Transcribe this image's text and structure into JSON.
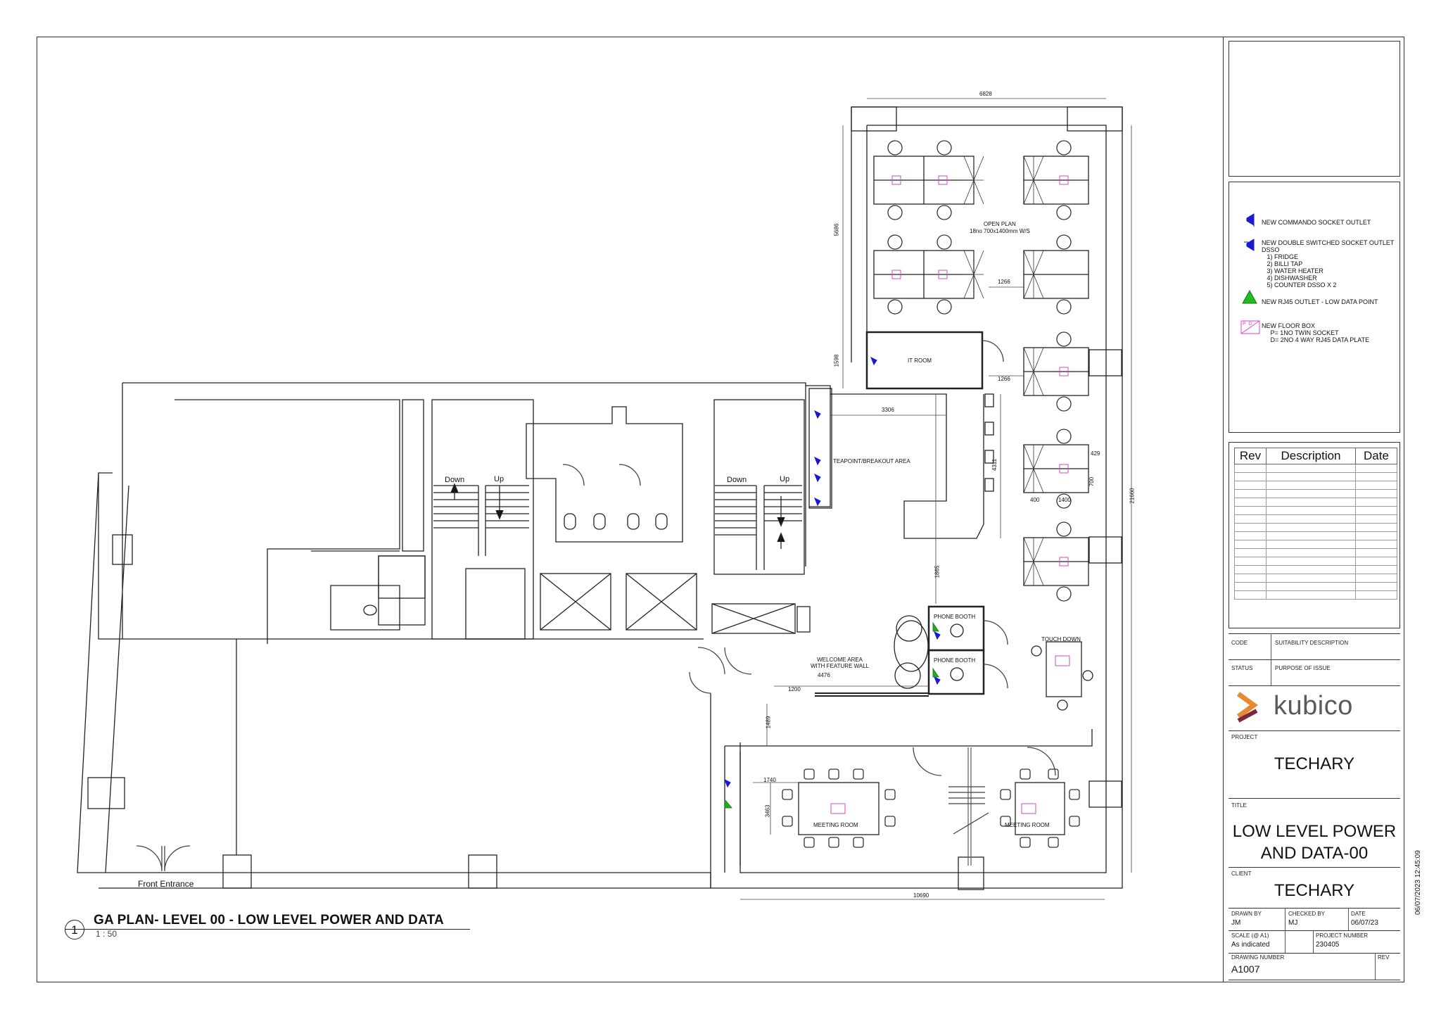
{
  "drawing": {
    "plan_number": "1",
    "plan_title": "GA PLAN- LEVEL 00 - LOW LEVEL POWER AND DATA",
    "plan_scale": "1 : 50",
    "timestamp": "06/07/2023 12:45:09"
  },
  "legend": {
    "commando": "NEW COMMANDO SOCKET OUTLET",
    "dsso": "NEW DOUBLE SWITCHED SOCKET OUTLET\nDSSO\n   1) FRIDGE\n   2) BILLI TAP\n   3) WATER HEATER\n   4) DISHWASHER\n   5) COUNTER DSSO X 2",
    "rj45": "NEW RJ45 OUTLET - LOW DATA POINT",
    "floor_box": "NEW FLOOR BOX\n     P= 1NO TWIN SOCKET\n     D= 2NO 4 WAY RJ45 DATA PLATE",
    "floor_box_symbol": "P  D"
  },
  "rev_table": {
    "headers": [
      "Rev",
      "Description",
      "Date"
    ]
  },
  "title_block": {
    "code_label": "CODE",
    "suitability_label": "SUITABILITY DESCRIPTION",
    "status_label": "STATUS",
    "purpose_label": "PURPOSE OF ISSUE",
    "logo_text": "kubico",
    "project_label": "PROJECT",
    "project": "TECHARY",
    "title_label": "TITLE",
    "title_line1": "LOW LEVEL POWER",
    "title_line2": "AND DATA-00",
    "client_label": "CLIENT",
    "client": "TECHARY",
    "drawn_by_label": "DRAWN BY",
    "drawn_by": "JM",
    "checked_by_label": "CHECKED BY",
    "checked_by": "MJ",
    "date_label": "DATE",
    "date": "06/07/23",
    "scale_label": "SCALE (@ A1)",
    "scale": "As indicated",
    "project_number_label": "PROJECT NUMBER",
    "project_number": "230405",
    "drawing_number_label": "DRAWING NUMBER",
    "drawing_number": "A1007",
    "rev_label": "REV"
  },
  "rooms": {
    "open_plan": "OPEN PLAN",
    "open_plan_note": "18no 700x1400mm W/S",
    "it_room": "IT ROOM",
    "teapoint": "TEAPOINT/BREAKOUT AREA",
    "phone_booth_1": "PHONE BOOTH",
    "phone_booth_2": "PHONE BOOTH",
    "touch_down": "TOUCH DOWN",
    "welcome": "WELCOME AREA\nWITH FEATURE WALL",
    "meeting_1": "MEETING ROOM",
    "meeting_2": "MEETING ROOM",
    "front_entrance": "Front Entrance",
    "down_1": "Down",
    "up_1": "Up",
    "down_2": "Down",
    "up_2": "Up"
  },
  "dimensions": {
    "d6828": "6828",
    "d5686": "5686",
    "d1598": "1598",
    "d1266a": "1266",
    "d1266b": "1266",
    "d3306": "3306",
    "d4311": "4311",
    "d21660": "21660",
    "d429": "429",
    "d700": "700",
    "d400": "400",
    "d1400": "1400",
    "d1865": "1865",
    "d4476": "4476",
    "d1200": "1200",
    "d1489": "1489",
    "d1740": "1740",
    "d3463": "3463",
    "d10690": "10690"
  },
  "colors": {
    "line": "#222222",
    "power": "#1a1acc",
    "data": "#22aa22",
    "floor_box": "#dd44cc",
    "logo_accent": "#e58a2e",
    "logo_dark": "#7a2a3a"
  }
}
